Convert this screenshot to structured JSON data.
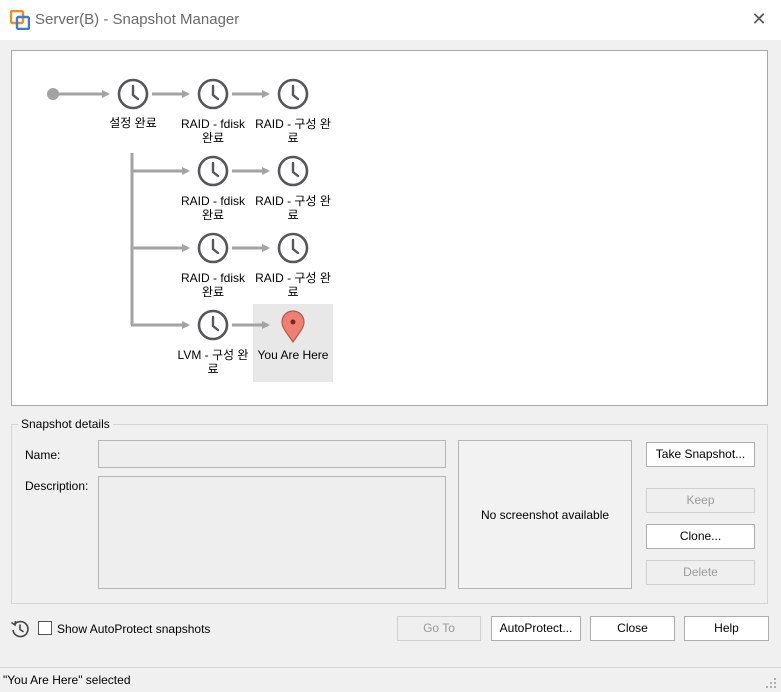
{
  "window": {
    "title": "Server(B) - Snapshot Manager",
    "close_glyph": "✕"
  },
  "tree": {
    "nodes": [
      {
        "label_line1": "설정 완료",
        "label_line2": ""
      },
      {
        "label_line1": "RAID - fdisk",
        "label_line2": "완료"
      },
      {
        "label_line1": "RAID - 구성 완",
        "label_line2": "료"
      },
      {
        "label_line1": "RAID - fdisk",
        "label_line2": "완료"
      },
      {
        "label_line1": "RAID - 구성 완",
        "label_line2": "료"
      },
      {
        "label_line1": "RAID - fdisk",
        "label_line2": "완료"
      },
      {
        "label_line1": "RAID - 구성 완",
        "label_line2": "료"
      },
      {
        "label_line1": "LVM - 구성 완",
        "label_line2": "료"
      }
    ],
    "current": {
      "label": "You Are Here"
    }
  },
  "details": {
    "group_title": "Snapshot details",
    "name_label": "Name:",
    "name_value": "",
    "description_label": "Description:",
    "description_value": "",
    "preview_text": "No screenshot available"
  },
  "buttons": {
    "take_snapshot": "Take Snapshot...",
    "keep": "Keep",
    "clone": "Clone...",
    "delete": "Delete",
    "goto": "Go To",
    "autoprotect": "AutoProtect...",
    "close": "Close",
    "help": "Help"
  },
  "autoprotect_checkbox": {
    "label": "Show AutoProtect snapshots",
    "checked": false
  },
  "status": {
    "text": "\"You Are Here\" selected"
  },
  "colors": {
    "connector": "#a3a3a3",
    "icon": "#56575a",
    "pin": "#f07f73",
    "selection": "#e8e8e8"
  }
}
